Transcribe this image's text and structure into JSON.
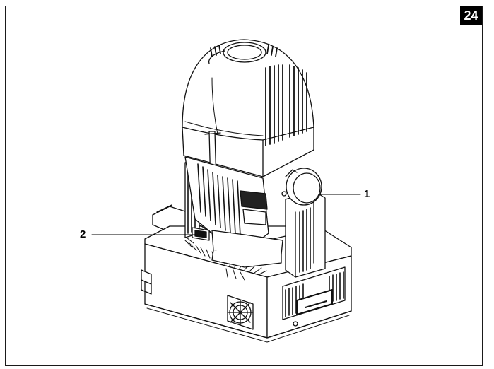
{
  "figure": {
    "badge": "24",
    "callouts": [
      {
        "label": "1"
      },
      {
        "label": "2"
      }
    ]
  }
}
